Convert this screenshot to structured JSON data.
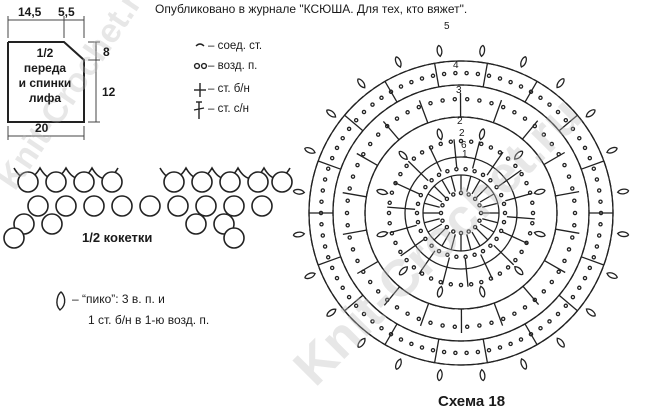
{
  "header": {
    "publication_note": "Опубликовано в журнале \"КСЮША. Для тех, кто вяжет\"."
  },
  "pattern": {
    "label_line1": "1/2",
    "label_line2": "переда",
    "label_line3": "и спинки",
    "label_line4": "лифа",
    "dim_top_left": "14,5",
    "dim_top_right": "5,5",
    "dim_right_upper": "8",
    "dim_right_lower": "12",
    "dim_bottom": "20"
  },
  "yoke": {
    "label": "1/2 кокетки"
  },
  "legend": {
    "items": [
      {
        "icon": "slip-stitch-icon",
        "text": "– соед. ст."
      },
      {
        "icon": "chain-stitch-icon",
        "text": "– возд. п."
      },
      {
        "icon": "single-crochet-icon",
        "text": "– ст. б/н"
      },
      {
        "icon": "double-crochet-icon",
        "text": "– ст. с/н"
      }
    ],
    "pico_line1": "– “пико”: 3 в. п. и",
    "pico_line2": "1 ст. б/н в 1-ю возд. п."
  },
  "scheme": {
    "title": "Схема 18",
    "round_labels": [
      "1",
      "2",
      "3",
      "4",
      "5",
      "6"
    ]
  },
  "watermark": {
    "text": "Knit-Crochet.ru"
  }
}
